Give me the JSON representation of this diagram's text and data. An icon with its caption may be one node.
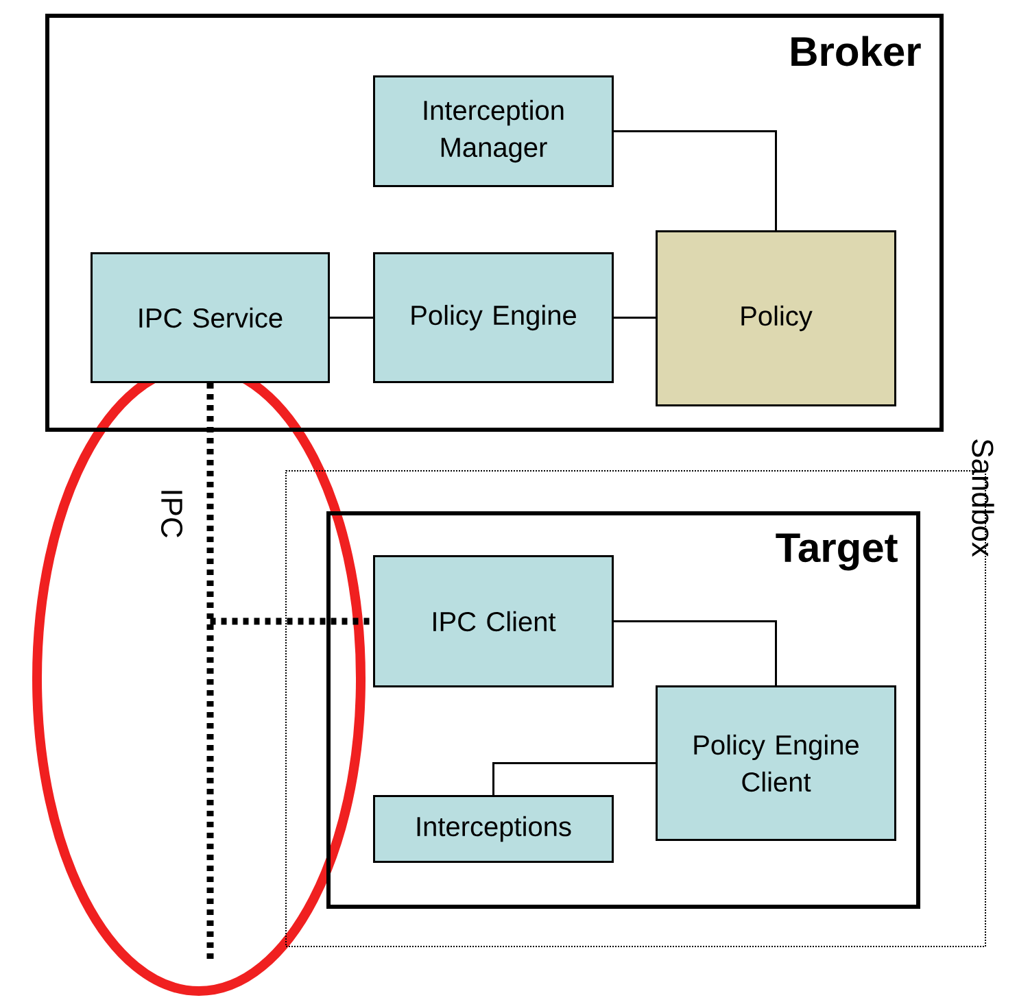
{
  "diagram": {
    "nodes": [
      {
        "text": [
          "Broker"
        ]
      },
      {
        "text": [
          "Interception Manager"
        ],
        "in": 0
      },
      {
        "text": [
          "IPC Service"
        ],
        "in": 0
      },
      {
        "text": [
          "Policy Engine"
        ],
        "in": 0
      },
      {
        "text": [
          "Policy"
        ],
        "in": 0
      },
      {
        "text": [
          "Sandbox"
        ]
      },
      {
        "text": [
          "Target"
        ],
        "in": 5
      },
      {
        "text": [
          "IPC Client"
        ],
        "in": 6
      },
      {
        "text": [
          "Policy Engine Client"
        ],
        "in": 6
      },
      {
        "text": [
          "Interceptions"
        ],
        "in": 6
      }
    ],
    "edges": [
      {
        "from": 1,
        "to": 4,
        "arrow": "none"
      },
      {
        "from": 2,
        "to": 3,
        "arrow": "none"
      },
      {
        "from": 3,
        "to": 4,
        "arrow": "none"
      },
      {
        "from": 2,
        "to": 7,
        "arrow": "none",
        "style": "dashed",
        "label": "IPC"
      },
      {
        "from": 2,
        "to": null,
        "arrow": "none",
        "style": "dashed"
      },
      {
        "from": 7,
        "to": 8,
        "arrow": "none"
      },
      {
        "from": 9,
        "to": 8,
        "arrow": "none"
      }
    ]
  }
}
